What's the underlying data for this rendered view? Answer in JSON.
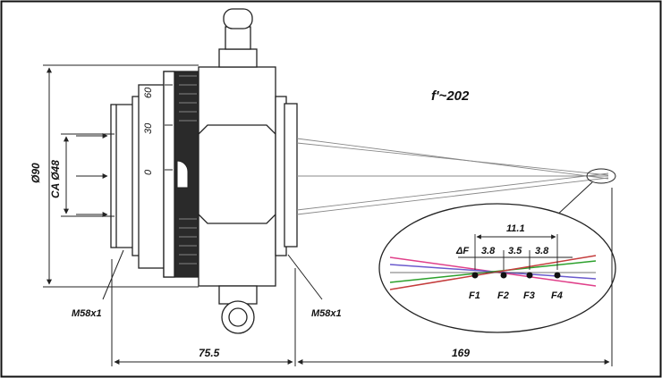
{
  "focal_label": "f'~202",
  "diameter_outer": "Ø90",
  "clear_aperture": "CA Ø48",
  "thread_left": "M58x1",
  "thread_right": "M58x1",
  "length_left": "75.5",
  "length_right": "169",
  "scale_ticks": [
    "60",
    "30",
    "0"
  ],
  "inset": {
    "total_span": "11.1",
    "delta_label": "ΔF",
    "spacings": [
      "3.8",
      "3.5",
      "3.8"
    ],
    "focus_labels": [
      "F1",
      "F2",
      "F3",
      "F4"
    ],
    "ray_colors": [
      "#e0408a",
      "#6a5acd",
      "#2ca02c",
      "#c43c3c"
    ]
  },
  "colors": {
    "line": "#222222",
    "frame": "#111111"
  }
}
